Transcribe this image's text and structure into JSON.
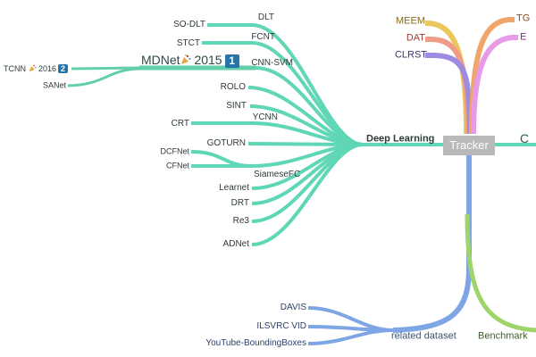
{
  "root": {
    "label": "Tracker"
  },
  "branches": {
    "deep_learning": "Deep Learning",
    "related_dataset": "related dataset",
    "benchmark": "Benchmark",
    "right_edge": "C"
  },
  "top_right": [
    "MEEM",
    "DAT",
    "CLRST",
    "TG",
    "E"
  ],
  "deep_learning_children": {
    "dlt": "DLT",
    "so_dlt": "SO-DLT",
    "fcnt": "FCNT",
    "stct": "STCT",
    "cnn_svm": "CNN-SVM",
    "mdnet": "MDNet",
    "mdnet_year": "2015",
    "mdnet_badge": "1",
    "tcnn": "TCNN",
    "tcnn_year": "2016",
    "tcnn_badge": "2",
    "sanet": "SANet",
    "rolo": "ROLO",
    "sint": "SINT",
    "ycnn": "YCNN",
    "crt": "CRT",
    "goturn": "GOTURN",
    "dcfnet": "DCFNet",
    "cfnet": "CFNet",
    "siamesefc": "SiameseFC",
    "learnet": "Learnet",
    "drt": "DRT",
    "re3": "Re3",
    "adnet": "ADNet"
  },
  "datasets": [
    "DAVIS",
    "ILSVRC VID",
    "YouTube-BoundingBoxes"
  ],
  "colors": {
    "deep_learning": "#5fd6b5",
    "mdnet_branch": "#62cfa9",
    "dataset": "#7ea6e4",
    "benchmark": "#9ed46a",
    "root_stem": "#82b4e8",
    "meem": "#e9c75c",
    "dat": "#ef9b86",
    "clrst": "#9c8be0",
    "tg": "#f0a56b",
    "e": "#e69ae8",
    "badge": "#2a73a8"
  }
}
